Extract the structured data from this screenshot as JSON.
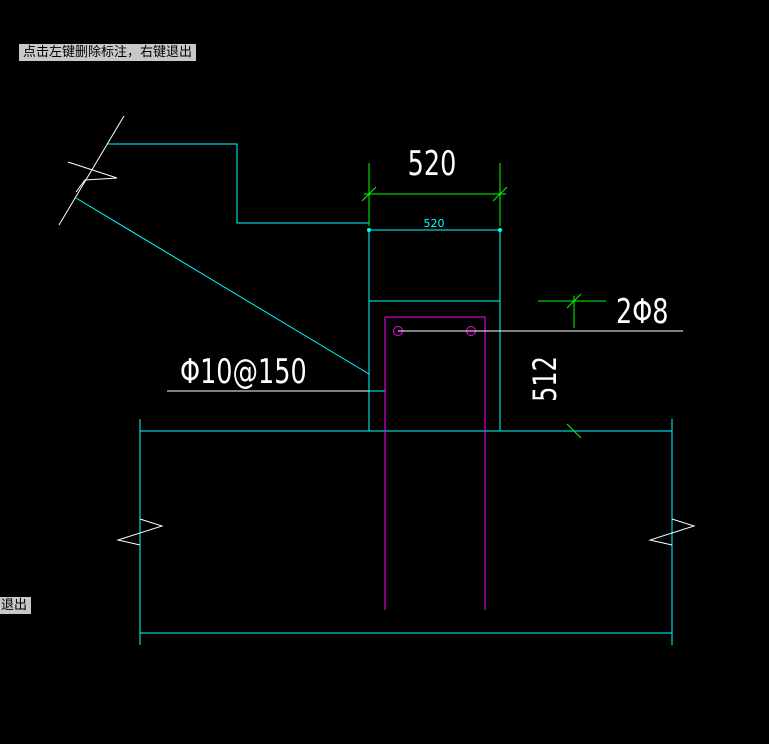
{
  "prompt": {
    "top": "点击左键删除标注，右键退出",
    "left_partial": "退出"
  },
  "dimensions": {
    "width_large": "520",
    "width_small": "520",
    "height": "512"
  },
  "rebar": {
    "top_bars": "2Φ8",
    "stirrup": "Φ10@150"
  },
  "colors": {
    "background": "#000000",
    "outline": "#00ffff",
    "dimension": "#00ff00",
    "rebar": "#ff00ff",
    "text": "#ffffff"
  }
}
